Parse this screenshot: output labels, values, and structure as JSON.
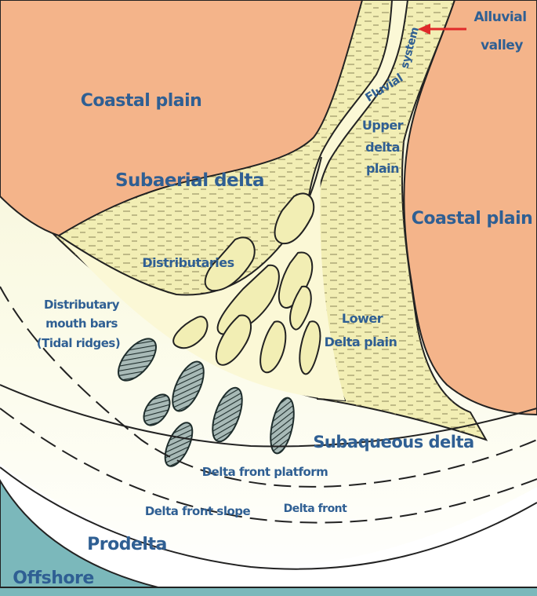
{
  "labels": {
    "alluvial_valley_1": "Alluvial",
    "alluvial_valley_2": "valley",
    "coastal_plain_left": "Coastal plain",
    "coastal_plain_right": "Coastal plain",
    "fluvial": "Fluvial",
    "system": "system",
    "upper_delta_plain_1": "Upper",
    "upper_delta_plain_2": "delta",
    "upper_delta_plain_3": "plain",
    "subaerial_delta": "Subaerial delta",
    "distributaries": "Distributaries",
    "mouth_bars_1": "Distributary",
    "mouth_bars_2": "mouth bars",
    "mouth_bars_3": "(Tidal ridges)",
    "lower_delta_plain_1": "Lower",
    "lower_delta_plain_2": "Delta plain",
    "subaqueous_delta": "Subaqueous delta",
    "delta_front_platform": "Delta front platform",
    "delta_front_slope": "Delta front slope",
    "delta_front": "Delta front",
    "prodelta": "Prodelta",
    "offshore": "Offshore"
  },
  "colors": {
    "coastal_plain": "#f4b48a",
    "delta_plain": "#f2eeb4",
    "channel": "#fbf8d6",
    "subaqueous": "#fbfbe3",
    "prodelta": "#ffffff",
    "offshore": "#7bb8bb",
    "mouth_bar": "#9fb3b0",
    "label": "#2f5f93",
    "arrow": "#e02a2a"
  }
}
